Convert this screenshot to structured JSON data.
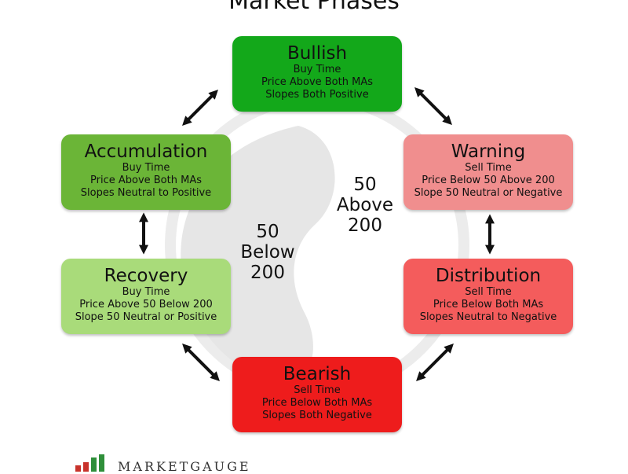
{
  "title": "Market Phases",
  "phases": {
    "bullish": {
      "name": "Bullish",
      "lines": [
        "Buy Time",
        "Price Above Both MAs",
        "Slopes Both Positive"
      ],
      "color": "#13a81a"
    },
    "warning": {
      "name": "Warning",
      "lines": [
        "Sell Time",
        "Price Below 50 Above 200",
        "Slope 50 Neutral or Negative"
      ],
      "color": "#f08e8e"
    },
    "distribution": {
      "name": "Distribution",
      "lines": [
        "Sell Time",
        "Price Below Both MAs",
        "Slopes Neutral to Negative"
      ],
      "color": "#f45c5c"
    },
    "bearish": {
      "name": "Bearish",
      "lines": [
        "Sell Time",
        "Price Below Both MAs",
        "Slopes Both Negative"
      ],
      "color": "#ee1c1c"
    },
    "recovery": {
      "name": "Recovery",
      "lines": [
        "Buy Time",
        "Price Above 50 Below 200",
        "Slope 50 Neutral or Positive"
      ],
      "color": "#a9db7a"
    },
    "accumulation": {
      "name": "Accumulation",
      "lines": [
        "Buy Time",
        "Price Above Both MAs",
        "Slopes Neutral to Positive"
      ],
      "color": "#6bb537"
    }
  },
  "center": {
    "above": [
      "50",
      "Above",
      "200"
    ],
    "below": [
      "50",
      "Below",
      "200"
    ]
  },
  "logo": {
    "text": "MARKETGAUGE"
  }
}
